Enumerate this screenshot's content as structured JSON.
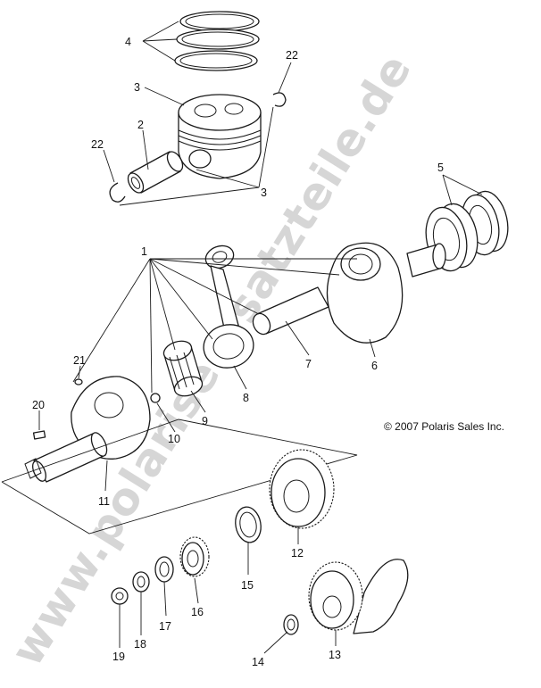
{
  "watermark": "www.polariseersatzteile.de",
  "copyright": "© 2007 Polaris Sales Inc.",
  "callouts": {
    "c1": "1",
    "c2": "2",
    "c3a": "3",
    "c3b": "3",
    "c4": "4",
    "c5": "5",
    "c6": "6",
    "c7": "7",
    "c8": "8",
    "c9": "9",
    "c10": "10",
    "c11": "11",
    "c12": "12",
    "c13": "13",
    "c14": "14",
    "c15": "15",
    "c16": "16",
    "c17": "17",
    "c18": "18",
    "c19": "19",
    "c20": "20",
    "c21": "21",
    "c22a": "22",
    "c22b": "22"
  }
}
